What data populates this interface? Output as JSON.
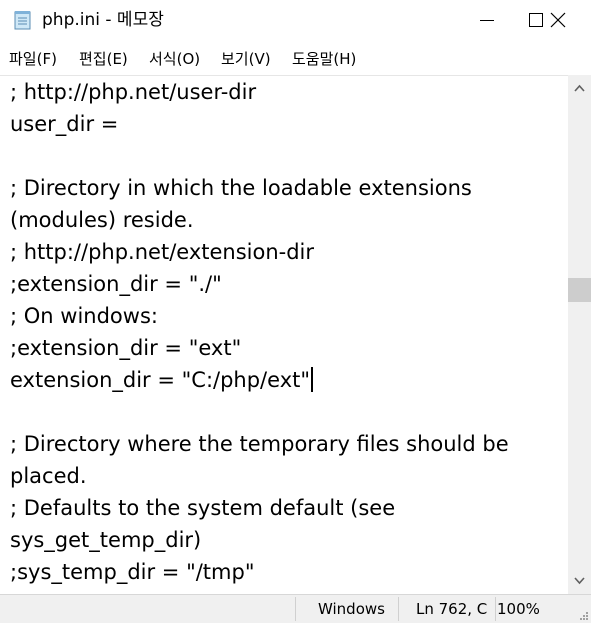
{
  "window": {
    "title": "php.ini - 메모장",
    "icon": "notepad-icon",
    "controls": [
      "minimize-icon",
      "maximize-icon",
      "close-icon"
    ]
  },
  "menu": {
    "items": [
      {
        "label": "파일(F)"
      },
      {
        "label": "편집(E)"
      },
      {
        "label": "서식(O)"
      },
      {
        "label": "보기(V)"
      },
      {
        "label": "도움말(H)"
      }
    ]
  },
  "editor": {
    "lines": [
      "; http://php.net/user-dir",
      "user_dir =",
      "",
      "; Directory in which the loadable extensions",
      "(modules) reside.",
      "; http://php.net/extension-dir",
      ";extension_dir = \"./\"",
      "; On windows:",
      ";extension_dir = \"ext\"",
      "extension_dir = \"C:/php/ext\"",
      "",
      "; Directory where the temporary files should be",
      "placed.",
      "; Defaults to the system default (see",
      "sys_get_temp_dir)",
      ";sys_temp_dir = \"/tmp\""
    ]
  },
  "statusbar": {
    "encoding_label": "Windows",
    "position": "Ln 762, C",
    "zoom": "100%"
  }
}
